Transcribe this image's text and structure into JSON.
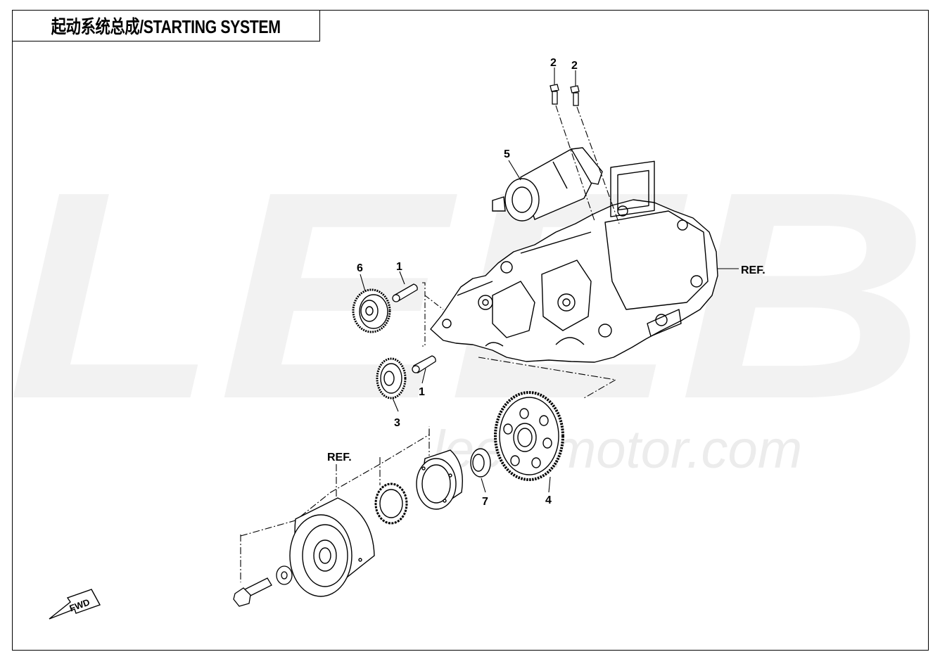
{
  "title": "起动系统总成/STARTING SYSTEM",
  "watermark": {
    "logo_letters": "LEEB",
    "site": "leeb-motor.com"
  },
  "callouts": {
    "c1a": "1",
    "c1b": "1",
    "c2a": "2",
    "c2b": "2",
    "c3": "3",
    "c4": "4",
    "c5": "5",
    "c6": "6",
    "c7": "7",
    "ref_crankcase": "REF.",
    "ref_flywheel": "REF."
  },
  "fwd_label": "FWD",
  "colors": {
    "line": "#000000",
    "watermark": "#eeeeee"
  }
}
